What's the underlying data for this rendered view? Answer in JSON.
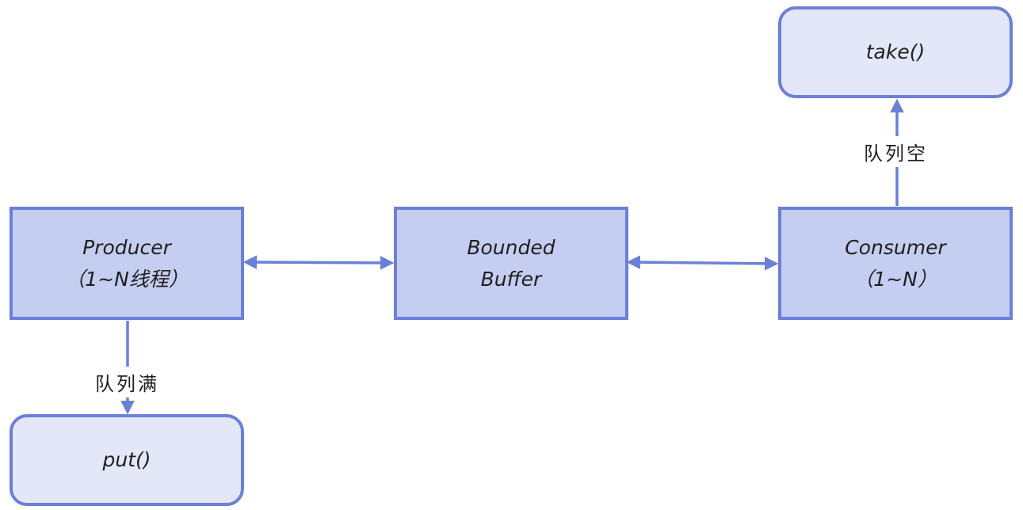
{
  "nodes": {
    "producer": {
      "line1": "Producer",
      "line2": "（1~N线程）"
    },
    "buffer": {
      "line1": "Bounded",
      "line2": "Buffer"
    },
    "consumer": {
      "line1": "Consumer",
      "line2": "（1~N）"
    },
    "take": {
      "label": "take()"
    },
    "put": {
      "label": "put()"
    }
  },
  "edges": {
    "queue_empty": "队列空",
    "queue_full": "队列满"
  },
  "colors": {
    "stroke": "#6b80d8",
    "box_fill": "#c5cdf0",
    "round_fill": "#e3e7f8"
  }
}
